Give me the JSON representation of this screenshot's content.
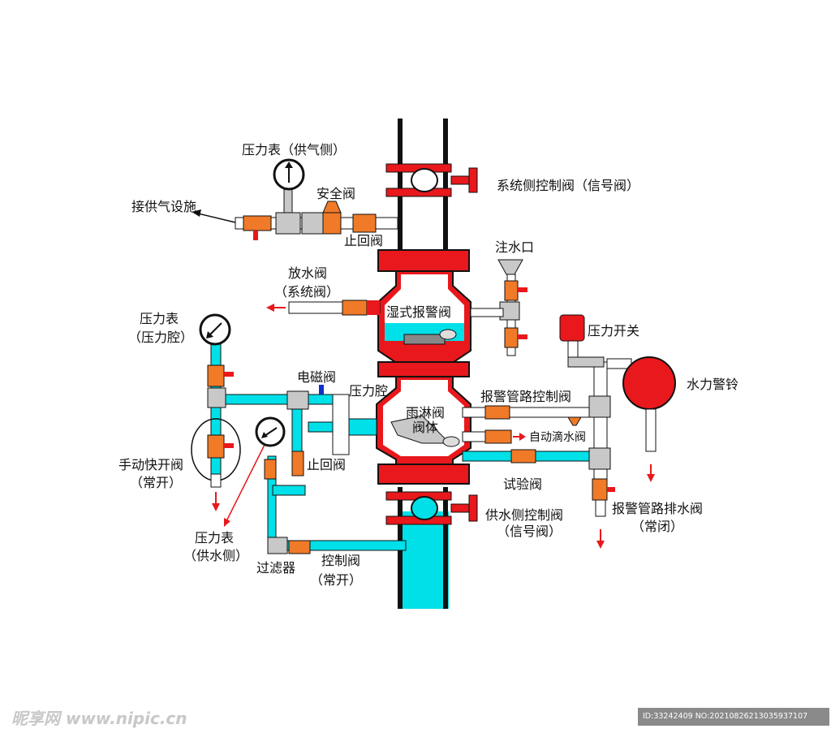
{
  "colors": {
    "water": "#00e0e8",
    "valve": "#f07a28",
    "body_red": "#e8181c",
    "pipe_white": "#ffffff",
    "pipe_gray": "#c8c8c8",
    "arrow_red": "#e8181c"
  },
  "labels": {
    "gauge_air_side": "压力表（供气侧）",
    "air_supply": "接供气设施",
    "safety_valve": "安全阀",
    "check_valve_top": "止回阀",
    "system_control_valve": "系统侧控制阀（信号阀）",
    "fill_port": "注水口",
    "drain_valve_l1": "放水阀",
    "drain_valve_l2": "（系统阀）",
    "wet_alarm_valve": "湿式报警阀",
    "gauge_chamber_l1": "压力表",
    "gauge_chamber_l2": "（压力腔）",
    "pressure_switch": "压力开关",
    "water_gong": "水力警铃",
    "solenoid_valve": "电磁阀",
    "pressure_chamber": "压力腔",
    "alarm_line_control": "报警管路控制阀",
    "deluge_body_l1": "雨淋阀",
    "deluge_body_l2": "阀体",
    "auto_drip": "自动滴水阀",
    "check_valve_mid": "止回阀",
    "manual_quick_l1": "手动快开阀",
    "manual_quick_l2": "（常开）",
    "test_valve": "试验阀",
    "supply_control_l1": "供水侧控制阀",
    "supply_control_l2": "（信号阀）",
    "alarm_drain_l1": "报警管路排水阀",
    "alarm_drain_l2": "（常闭）",
    "gauge_supply_l1": "压力表",
    "gauge_supply_l2": "（供水侧）",
    "filter": "过滤器",
    "control_valve_l1": "控制阀",
    "control_valve_l2": "（常开）"
  },
  "watermark": "昵享网 www.nipic.cn",
  "id_text": "ID:33242409 NO:20210826213035937107"
}
